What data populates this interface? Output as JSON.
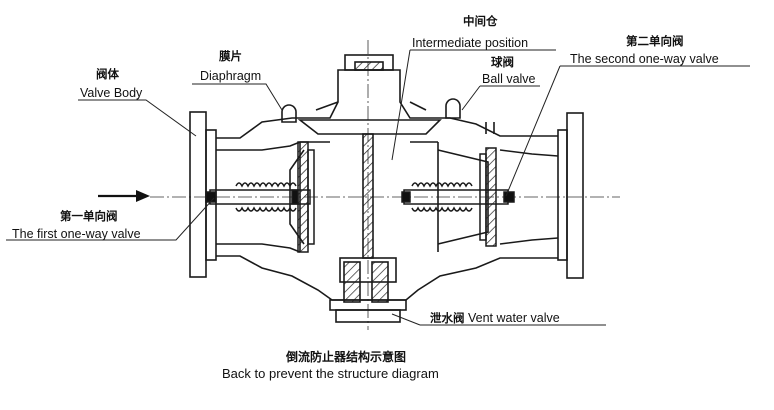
{
  "labels": {
    "valve_body": {
      "cn": "阀体",
      "en": "Valve Body"
    },
    "diaphragm": {
      "cn": "膜片",
      "en": "Diaphragm"
    },
    "intermediate": {
      "cn": "中间仓",
      "en": "Intermediate position"
    },
    "ball_valve": {
      "cn": "球阀",
      "en": "Ball valve"
    },
    "second_valve": {
      "cn": "第二单向阀",
      "en": "The second one-way valve"
    },
    "first_valve": {
      "cn": "第一单向阀",
      "en": "The first one-way valve"
    },
    "vent_valve": {
      "cn": "泄水阀",
      "en": "Vent water valve"
    }
  },
  "caption": {
    "cn": "倒流防止器结构示意图",
    "en": "Back to prevent the structure diagram"
  },
  "colors": {
    "line": "#1a1a1a",
    "bg": "#ffffff"
  }
}
